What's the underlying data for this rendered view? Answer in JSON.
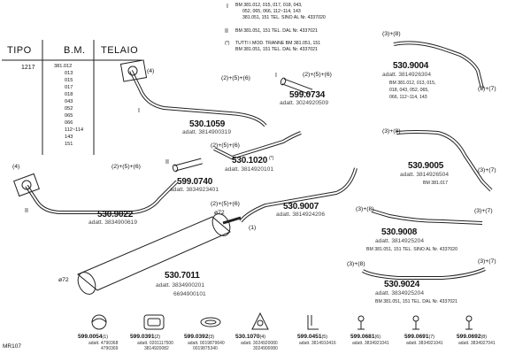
{
  "table": {
    "headers": [
      "TIPO",
      "B.M.",
      "TELAIO"
    ],
    "tipo": "1217",
    "bm": [
      "381.012",
      "013",
      "015",
      "017",
      "018",
      "043",
      "052",
      "065",
      "066",
      "112~114",
      "143",
      "151"
    ]
  },
  "notes": {
    "n1_roman": "I",
    "n1_lines": [
      "BM 381.012, 015, 017, 018, 043,",
      "052, 065, 066, 112~114, 143",
      "381.051, 151 TEL. SINO AL Nr. 4337020"
    ],
    "n2_roman": "II",
    "n2_lines": [
      "BM 381.051, 151 TEL. DAL Nr. 4337021"
    ],
    "n3_mark": "(*)",
    "n3_lines": [
      "TUTTI I MOD. TRANNE BM 381.051, 151",
      "BM 381.051, 151 TEL. DAL Nr. 4337021"
    ]
  },
  "parts": {
    "p1059": {
      "pn": "530.1059",
      "adatt": "adatt. 3814900319",
      "label": "(4)",
      "roman": "I"
    },
    "p9022": {
      "pn": "530.9022",
      "adatt": "adatt. 3834900619",
      "label": "(4)",
      "label2": "(2)+(5)+(6)",
      "roman": "II"
    },
    "p0734": {
      "pn": "599.0734",
      "adatt": "adatt. 3024920509",
      "label": "(2)+(5)+(6)",
      "roman": "I"
    },
    "p0740": {
      "pn": "599.0740",
      "adatt": "adatt. 3834923401",
      "roman": "II"
    },
    "p1020": {
      "pn": "530.1020",
      "mark": "(*)",
      "adatt": "adatt. 3814920101",
      "label": "(2)+(5)+(6)"
    },
    "p9007": {
      "pn": "530.9007",
      "adatt": "adatt. 3814924206",
      "label": "(2)+(5)+(6)",
      "d72": "ø72",
      "label1": "(1)"
    },
    "p7011": {
      "pn": "530.7011",
      "adatt1": "adatt. 3834900201",
      "adatt2": "6694900101",
      "d72": "ø72"
    },
    "p9004": {
      "pn": "530.9004",
      "adatt": "adatt. 3814926304",
      "l1": "(3)+(8)",
      "l2": "(3)+(7)",
      "sub": [
        "BM 381.012, 013, 015,",
        "018, 043, 052, 065,",
        "066, 112~114, 143"
      ]
    },
    "p9005": {
      "pn": "530.9005",
      "adatt": "adatt. 3814926504",
      "l1": "(3)+(8)",
      "l2": "(3)+(7)",
      "sub": [
        "BM 381.017"
      ]
    },
    "p9008": {
      "pn": "530.9008",
      "adatt": "adatt. 3814925204",
      "l1": "(3)+(8)",
      "l2": "(3)+(7)",
      "sub": [
        "BM 381.051, 151 TEL. SINO AL Nr. 4337020"
      ]
    },
    "p9024": {
      "pn": "530.9024",
      "adatt": "adatt. 3834925204",
      "l1": "(3)+(8)",
      "l2": "(3)+(7)",
      "sub": [
        "BM 381.051, 151 TEL. DAL Nr. 4337021"
      ]
    }
  },
  "accessories": [
    {
      "pn": "599.0054",
      "n": "(1)",
      "codes": [
        "adatt. 4790368",
        "4790369"
      ]
    },
    {
      "pn": "599.0391",
      "n": "(2)",
      "codes": [
        "adatt. 0201117500",
        "3814920082"
      ]
    },
    {
      "pn": "599.0392",
      "n": "(3)",
      "codes": [
        "adatt. 0019879640",
        "0019875340"
      ]
    },
    {
      "pn": "530.1070",
      "n": "(4)",
      "codes": [
        "adatt. 3024920080",
        "3024900080"
      ]
    },
    {
      "pn": "599.0451",
      "n": "(5)",
      "codes": [
        "adatt. 3814910416"
      ]
    },
    {
      "pn": "599.0681",
      "n": "(6)",
      "codes": [
        "adatt. 3834921041"
      ]
    },
    {
      "pn": "599.0691",
      "n": "(7)",
      "codes": [
        "adatt. 3834921041"
      ]
    },
    {
      "pn": "599.0692",
      "n": "(8)",
      "codes": [
        "adatt. 3834927041"
      ]
    }
  ],
  "footer": {
    "code": "MR107"
  }
}
